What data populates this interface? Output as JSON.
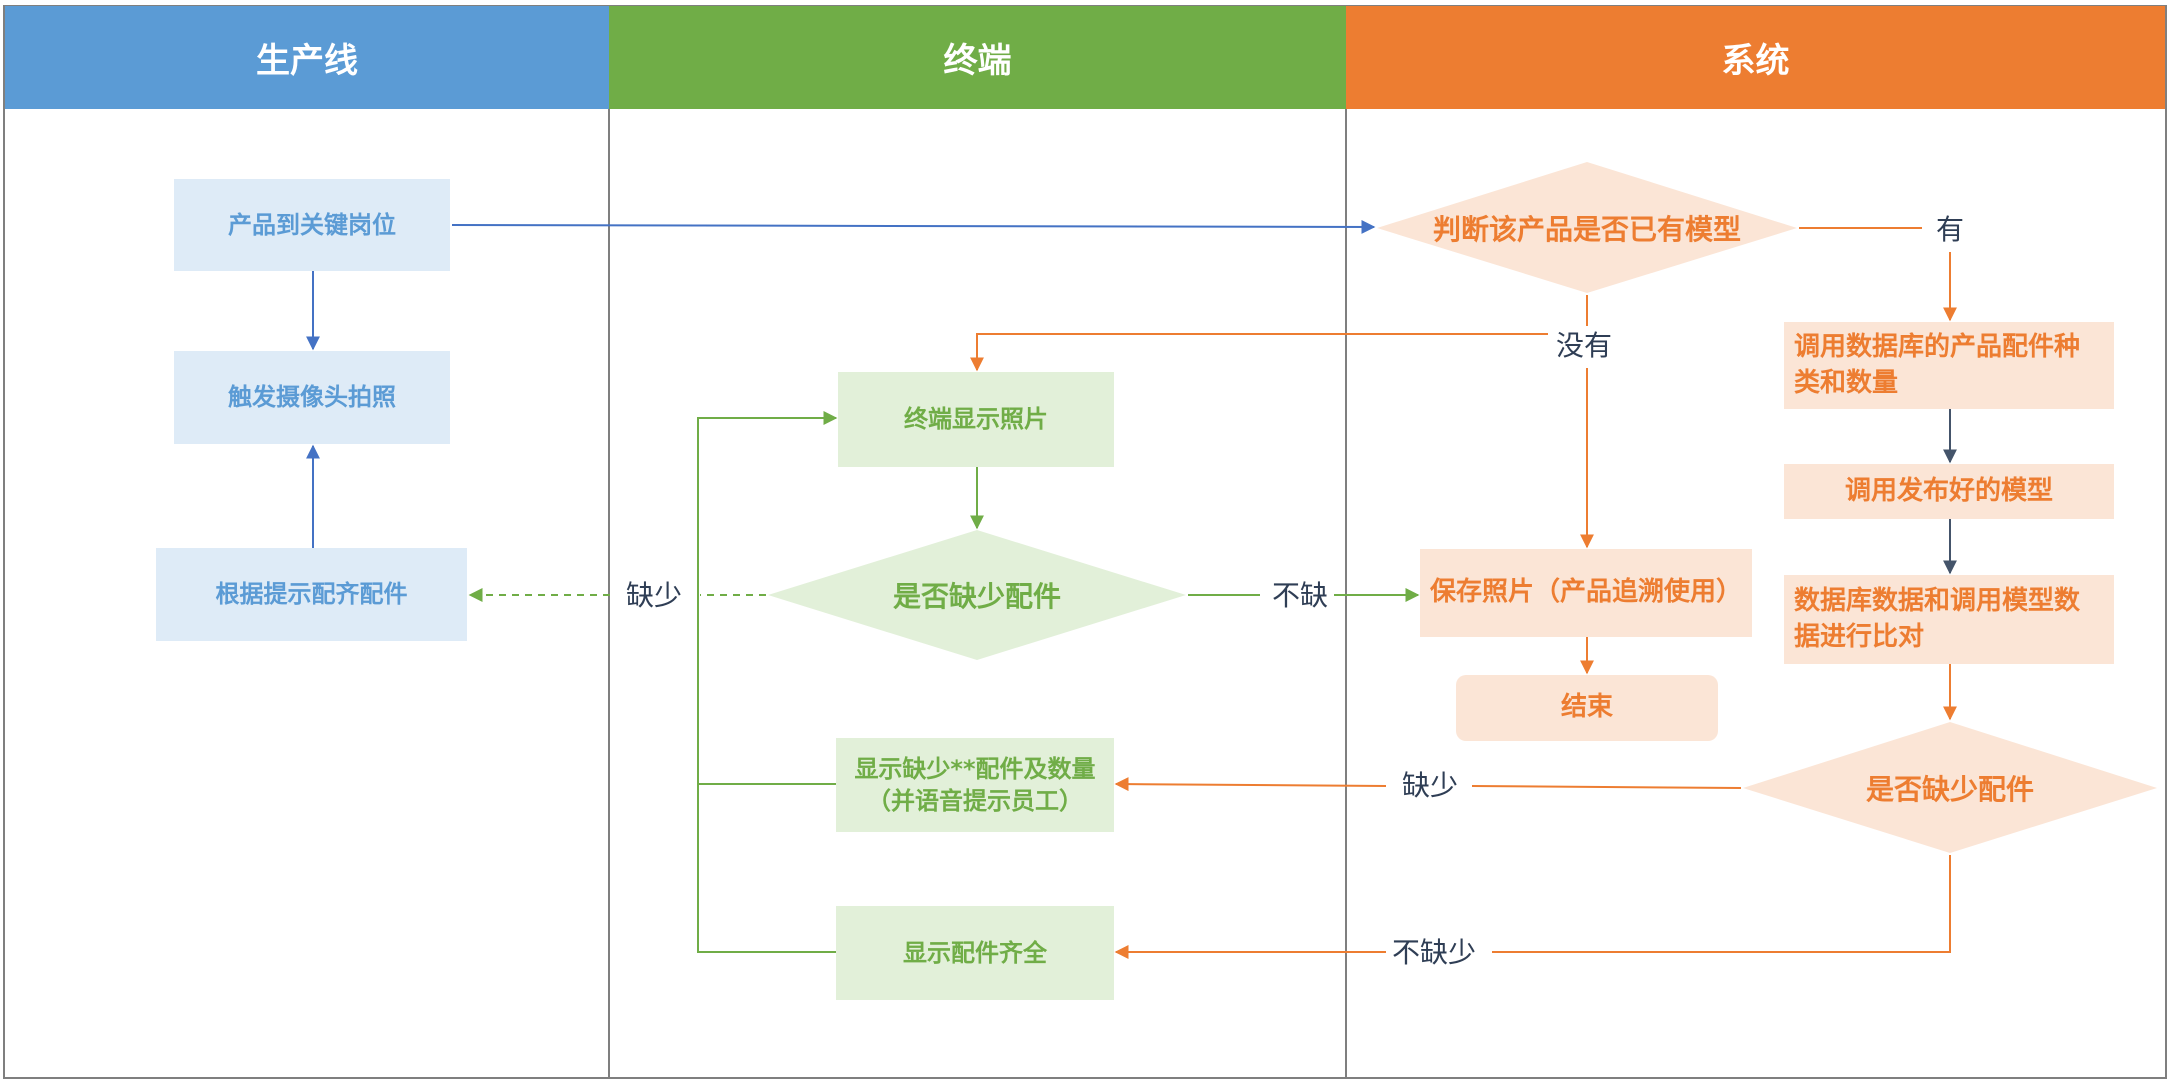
{
  "lanes": {
    "production": "生产线",
    "terminal": "终端",
    "system": "系统"
  },
  "nodes": {
    "product_arrive": "产品到关键岗位",
    "trigger_camera": "触发摄像头拍照",
    "complete_parts": "根据提示配齐配件",
    "terminal_show_photo": "终端显示照片",
    "missing_parts_decision": "是否缺少配件",
    "show_missing": "显示缺少**配件及数量\n（并语音提示员工）",
    "show_complete": "显示配件齐全",
    "has_model_decision": "判断该产品是否已有模型",
    "save_photo": "保存照片（产品追溯使用）",
    "end": "结束",
    "call_db": "调用数据库的产品配件种类和数量",
    "call_model": "调用发布好的模型",
    "compare": "数据库数据和调用模型数据进行比对",
    "system_missing_decision": "是否缺少配件"
  },
  "labels": {
    "has": "有",
    "not_has": "没有",
    "missing": "缺少",
    "not_missing": "不缺",
    "missing_sys": "缺少",
    "not_missing_sys": "不缺少"
  },
  "colors": {
    "production": "#5b9bd5",
    "terminal": "#70ad47",
    "system": "#ed7d31",
    "border": "#7f7f7f"
  }
}
